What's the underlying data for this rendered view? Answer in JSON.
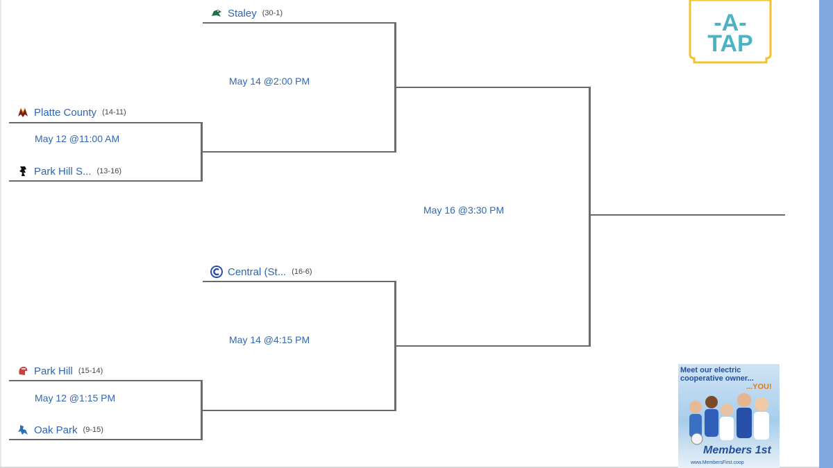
{
  "bracket": {
    "round1": [
      {
        "time": "May 12 @11:00 AM",
        "teams": [
          {
            "name": "Platte County",
            "record": "(14-11)",
            "logo_icon": "platte-county-logo-icon"
          },
          {
            "name": "Park Hill S...",
            "record": "(13-16)",
            "logo_icon": "park-hill-south-logo-icon"
          }
        ]
      },
      {
        "time": "May 12 @1:15 PM",
        "teams": [
          {
            "name": "Park Hill",
            "record": "(15-14)",
            "logo_icon": "park-hill-logo-icon"
          },
          {
            "name": "Oak Park",
            "record": "(9-15)",
            "logo_icon": "oak-park-logo-icon"
          }
        ]
      }
    ],
    "round2": [
      {
        "time": "May 14 @2:00 PM",
        "seed_team": {
          "name": "Staley",
          "record": "(30-1)",
          "logo_icon": "staley-logo-icon"
        }
      },
      {
        "time": "May 14 @4:15 PM",
        "seed_team": {
          "name": "Central (St...",
          "record": "(16-6)",
          "logo_icon": "central-logo-icon"
        }
      }
    ],
    "final": {
      "time": "May 16 @3:30 PM"
    }
  },
  "sponsors": {
    "top_logo": {
      "text_line1": "-A-",
      "text_line2": "TAP",
      "colors": {
        "frame": "#f2c230",
        "text": "#4bb3c4"
      }
    },
    "ad_banner": {
      "line1": "Meet our electric",
      "line2": "cooperative owner...",
      "line3": "...YOU!",
      "brand": "Members 1st",
      "url": "www.MembersFirst.coop"
    }
  },
  "colors": {
    "team_text": "#2f66b3",
    "bracket_line": "#6a6a6a",
    "right_strip": "#7fa9df"
  }
}
